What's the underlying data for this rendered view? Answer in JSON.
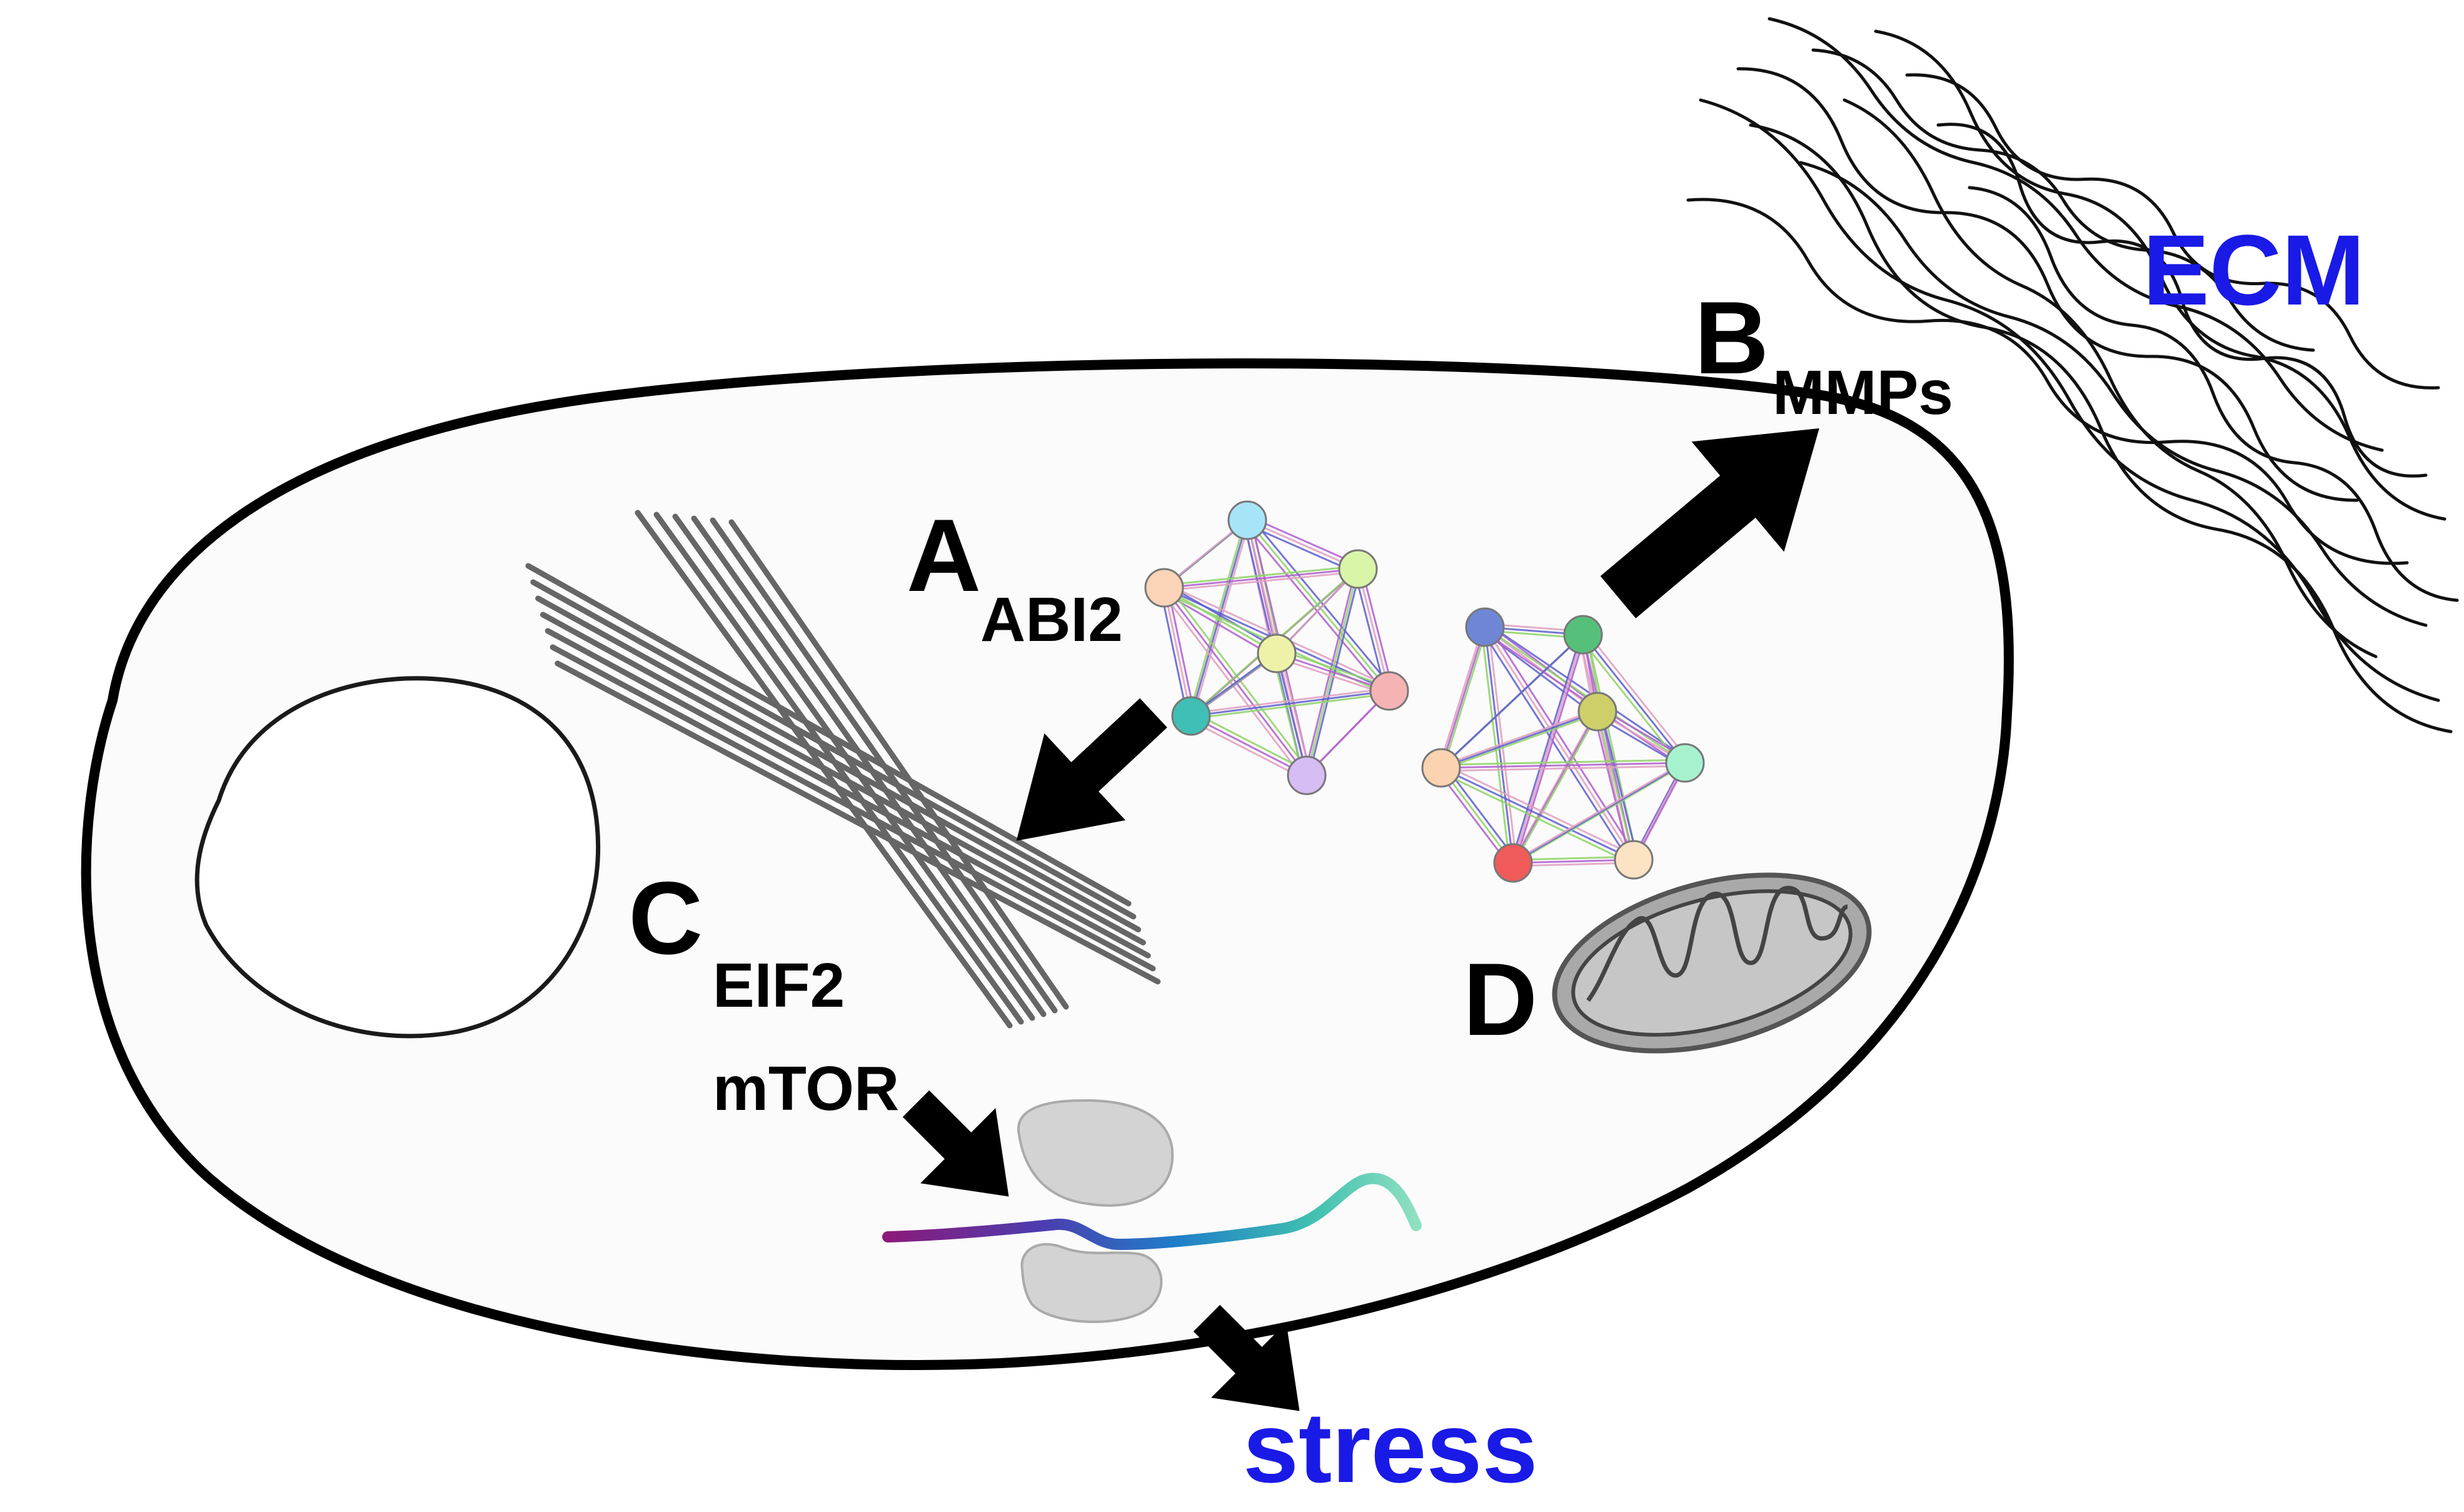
{
  "labels": {
    "ecm": "ECM",
    "b_letter": "B",
    "b_sub": "MMPs",
    "a_letter": "A",
    "a_sub": "ABI2",
    "c_letter": "C",
    "c_sub1": "EIF2",
    "c_sub2": "mTOR",
    "d_letter": "D",
    "stress": "stress"
  },
  "colors": {
    "accent_text": "#1a1ae6",
    "ink": "#000000",
    "cell_fill": "#fbfbfb",
    "organelle_gray": "#a9a9a9",
    "ribosome_gray": "#d3d3d3"
  },
  "networks": {
    "left": {
      "node_colors": [
        "#a8e4f8",
        "#fad3b8",
        "#d9f5a8",
        "#eef2a8",
        "#f6b3b3",
        "#3fbfb5",
        "#d6bdf3"
      ],
      "edge_colors": [
        "#b15fd0",
        "#8fd468",
        "#5f5fd0",
        "#e0a0c0"
      ]
    },
    "right": {
      "node_colors": [
        "#6f86d6",
        "#56c07a",
        "#cfcf6a",
        "#fbd3b0",
        "#a6f2cf",
        "#f05a5a",
        "#fbe3c3"
      ],
      "edge_colors": [
        "#b15fd0",
        "#8fd468",
        "#5f5fd0",
        "#e0a0c0"
      ]
    }
  },
  "mrna": {
    "gradient": [
      "#8b1a7a",
      "#4a3fb0",
      "#1f7fc8",
      "#3fbfb0",
      "#8fe0c0"
    ]
  }
}
